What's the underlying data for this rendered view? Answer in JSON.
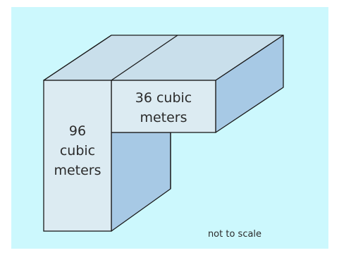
{
  "colors": {
    "background": "#ccf8fd",
    "face_light": "#dcebf2",
    "face_top": "#c9dfeb",
    "face_side": "#a7c9e5",
    "edge": "#1a1a1a",
    "text": "#2b2b2b"
  },
  "labels": {
    "large_block_l1": "96",
    "large_block_l2": "cubic",
    "large_block_l3": "meters",
    "small_block_l1": "36 cubic",
    "small_block_l2": "meters",
    "note": "not to scale"
  }
}
